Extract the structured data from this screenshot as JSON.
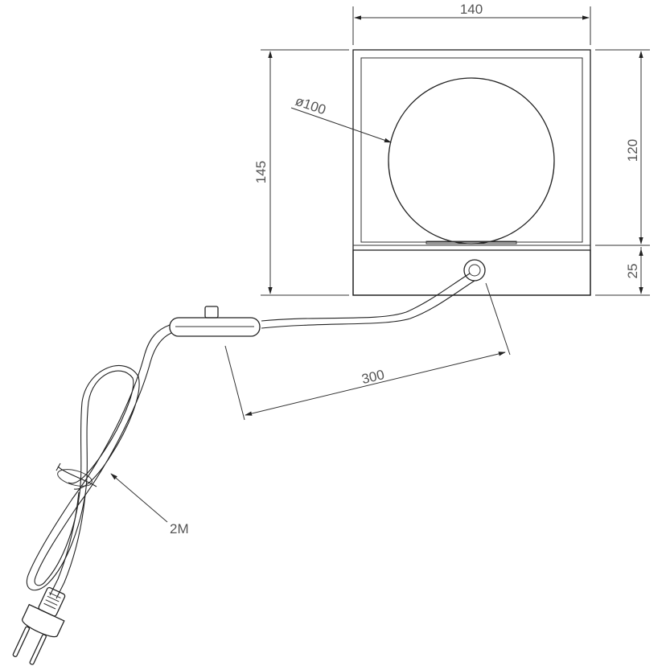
{
  "dimensions": {
    "width": "140",
    "total_height": "145",
    "frame_height": "120",
    "base_height": "25",
    "globe_diameter": "ø100",
    "switch_distance": "300",
    "cord_length": "2M"
  },
  "icons": {
    "plug": "euro-plug-icon",
    "switch": "inline-rocker-switch-icon"
  }
}
